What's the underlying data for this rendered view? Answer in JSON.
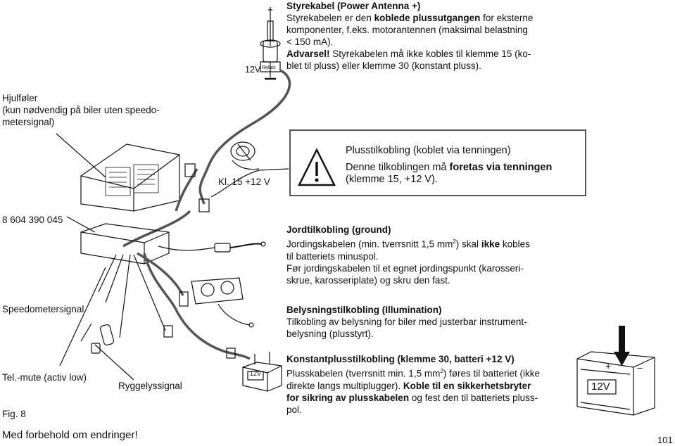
{
  "antenna": {
    "title": "Styrekabel (Power Antenna +)",
    "l1a": "Styrekabelen er den ",
    "l1b": "koblede plussutgangen",
    "l1c": " for eksterne",
    "l2": "komponenter, f.eks. motorantennen (maksimal belastning",
    "l3": "< 150 mA).",
    "warn": "Advarsel!",
    "l4b": " Styrekabelen må ikke kobles til klemme 15 (ko-",
    "l5": "blet til pluss) eller klemme 30 (konstant pluss).",
    "relay_12v": "12V",
    "relay_label": "Relais"
  },
  "wheel_sensor": {
    "title": "Hjulføler",
    "l1": "(kun nødvendig på biler uten speedo-",
    "l2": "metersignal)"
  },
  "ignition": {
    "kl15": "Kl. 15 +12 V",
    "title": "Plusstilkobling (koblet via tenningen)",
    "l1a": "Denne tilkoblingen må ",
    "l1b": "foretas via tenningen",
    "l2": "(klemme 15, +12 V)."
  },
  "part_number": "8 604 390 045",
  "ground": {
    "title": "Jordtilkobling (ground)",
    "l1": "Jordingskabelen (min. tverrsnitt 1,5 mm",
    "l1sup": "2",
    "l1b": ") skal ",
    "l1c": "ikke",
    "l1d": " kobles",
    "l2": "til batteriets minuspol.",
    "l3": "Før jordingskabelen til et egnet jordingspunkt (karosseri-",
    "l4": "skrue, karosseriplate) og skru den fast."
  },
  "speedometer": {
    "title": "Speedometersignal"
  },
  "illumination": {
    "title": "Belysningstilkobling (Illumination)",
    "l1": "Tilkobling av belysning for biler med justerbar instrument-",
    "l2": "belysning (plusstyrt)."
  },
  "telmute": {
    "title": "Tel.-mute (activ low)"
  },
  "reverse": {
    "title": "Ryggelyssignal"
  },
  "constant": {
    "title": "Konstantplusstilkobling (klemme 30, batteri +12 V)",
    "l1a": "Plusskabelen (tverrsnitt min. 1,5 mm",
    "l1sup": "2",
    "l1b": ") føres til batteriet (ikke",
    "l2a": "direkte langs multiplugger). ",
    "l2b": "Koble til en sikkerhetsbryter",
    "l3b": "for sikring av plusskabelen",
    "l3c": " og fest den til batteriets pluss-",
    "l4": "pol."
  },
  "battery_small_label": "12V",
  "battery_large_label": "12V",
  "figure": "Fig. 8",
  "disclaimer": "Med forbehold om endringer!",
  "page_number": "101"
}
